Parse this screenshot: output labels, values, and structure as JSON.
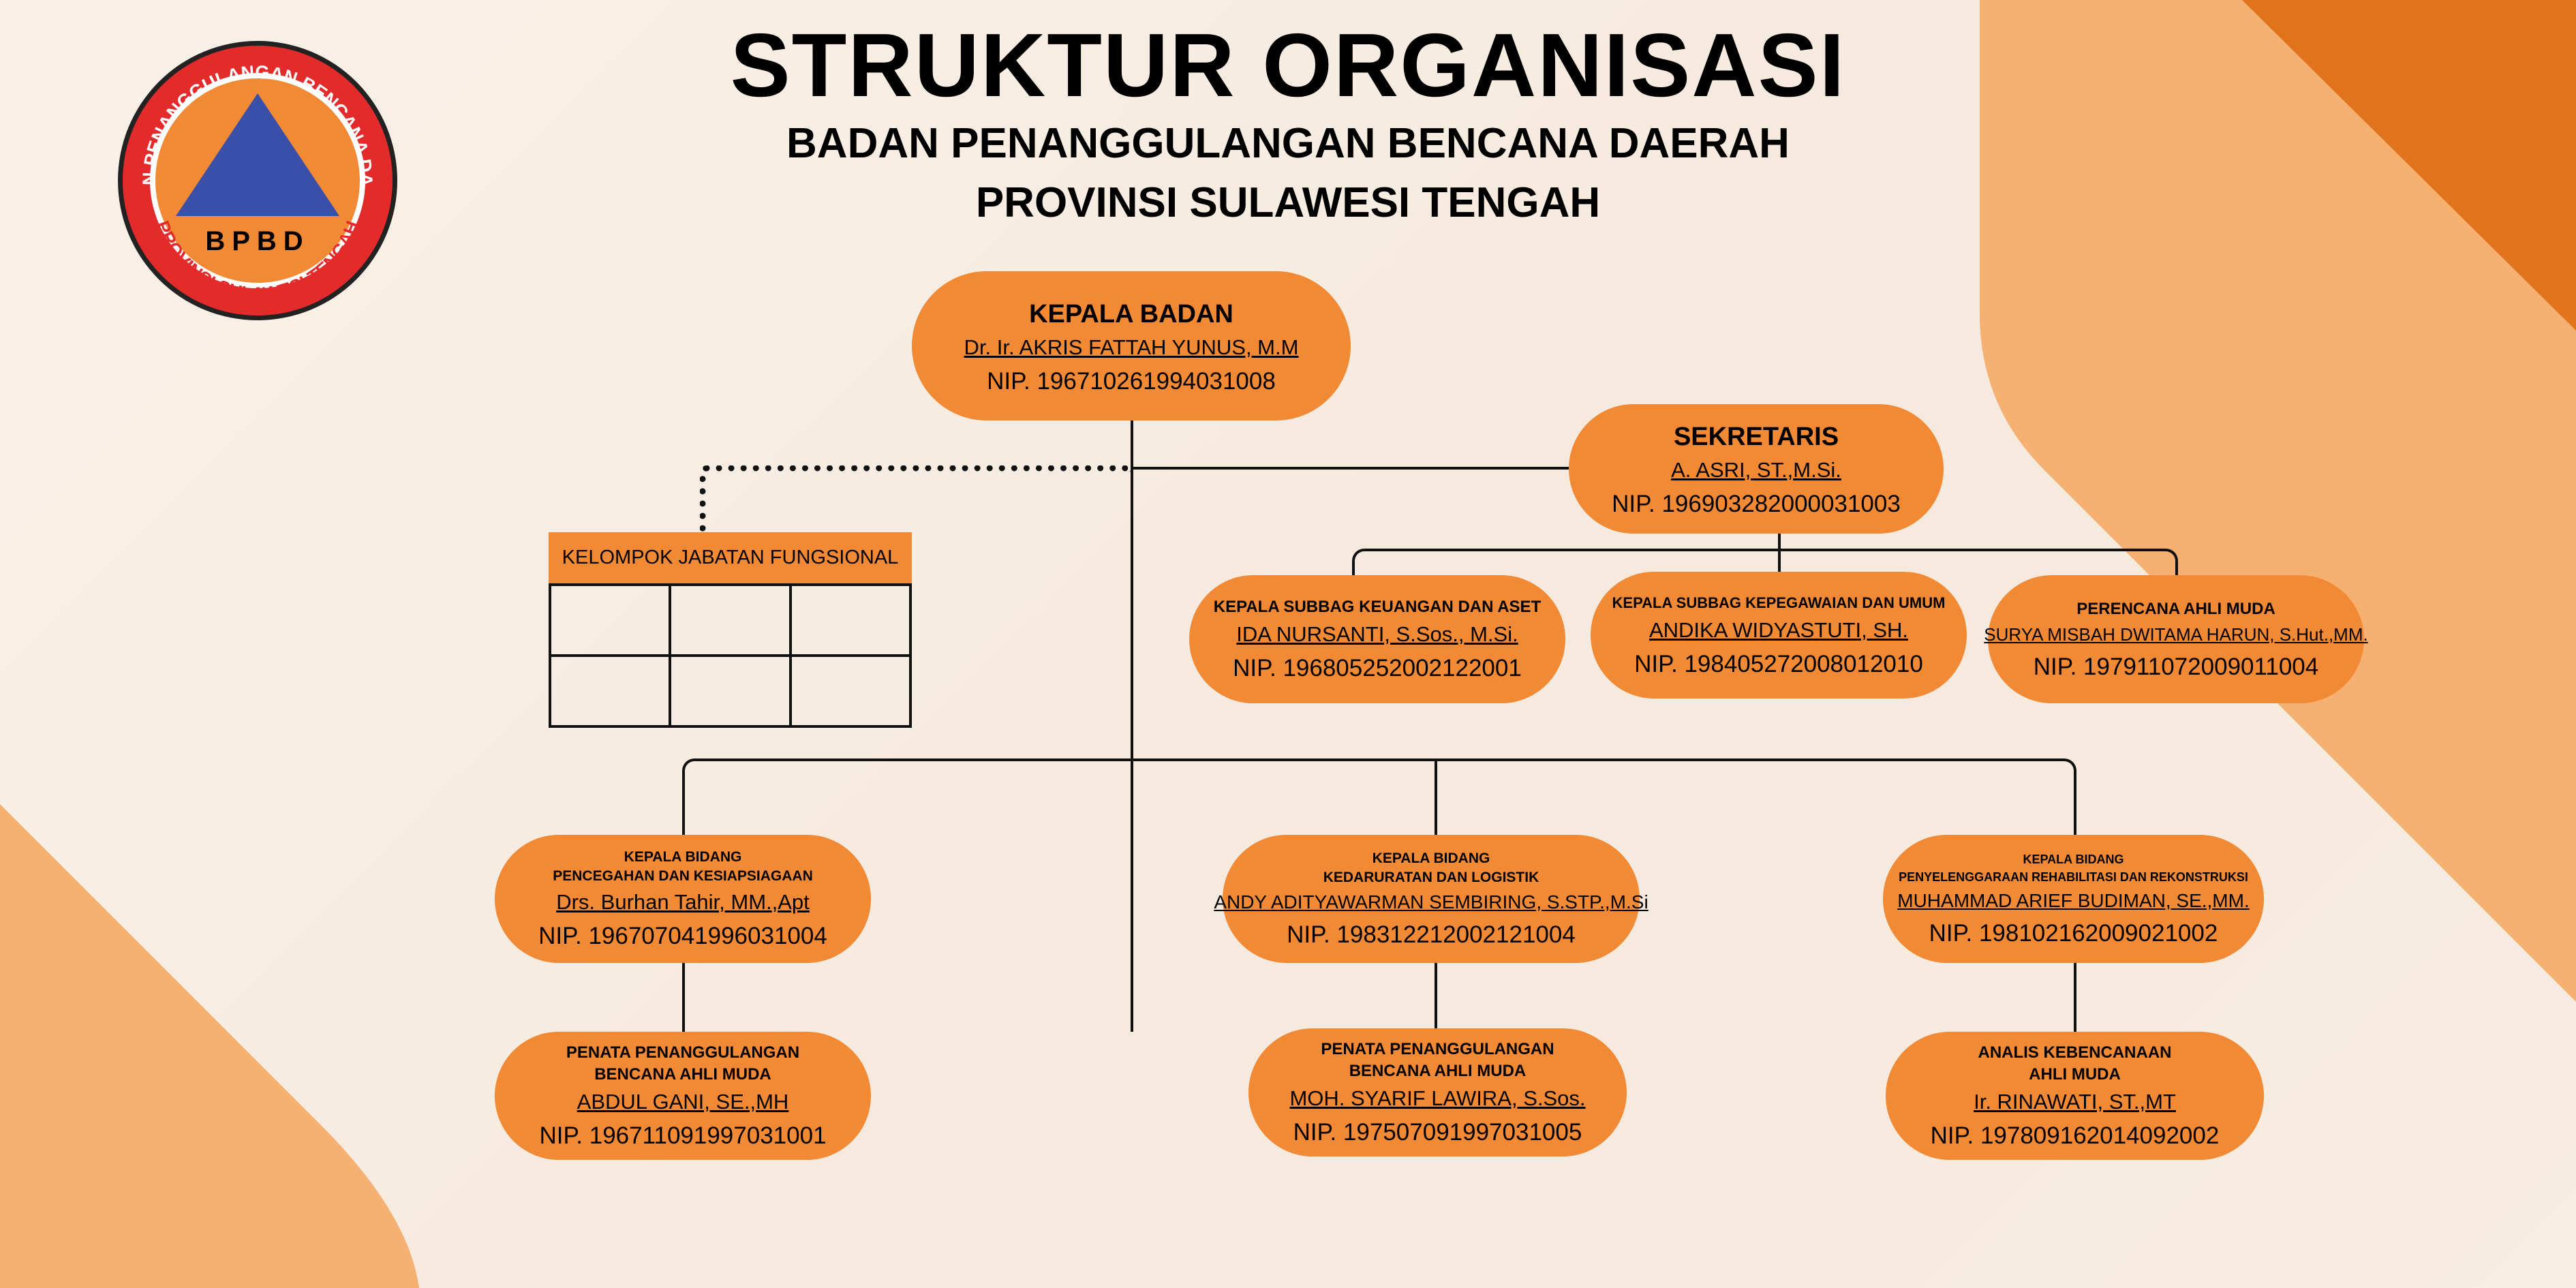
{
  "header": {
    "title": "STRUKTUR ORGANISASI",
    "subtitle_1": "BADAN PENANGGULANGAN BENCANA DAERAH",
    "subtitle_2": "PROVINSI SULAWESI TENGAH"
  },
  "logo": {
    "ring_top": "BADAN PENANGGULANGAN BENCANA DAERAH",
    "ring_bottom": "PROVINSI SULAWESI TENGAH",
    "acronym": "BPBD"
  },
  "colors": {
    "pill": "#f28a35",
    "accent_light": "#f6b072",
    "accent_dark": "#e0741c",
    "logo_red": "#e42b2b",
    "logo_blue": "#3a4fa8"
  },
  "kepala": {
    "label": "KEPALA BADAN",
    "name": "Dr. Ir. AKRIS FATTAH YUNUS, M.M",
    "nip": "NIP. 196710261994031008"
  },
  "sekretaris": {
    "label": "SEKRETARIS",
    "name": "A. ASRI, ST.,M.Si.",
    "nip": "NIP. 196903282000031003"
  },
  "fungsional": {
    "label": "KELOMPOK JABATAN FUNGSIONAL"
  },
  "subbag": [
    {
      "label": "KEPALA SUBBAG KEUANGAN DAN ASET",
      "name": "IDA NURSANTI, S.Sos., M.Si.",
      "nip": "NIP. 196805252002122001"
    },
    {
      "label": "KEPALA SUBBAG KEPEGAWAIAN DAN UMUM",
      "name": "ANDIKA WIDYASTUTI, SH.",
      "nip": "NIP. 198405272008012010"
    },
    {
      "label": "PERENCANA AHLI MUDA",
      "name": "SURYA MISBAH DWITAMA HARUN, S.Hut.,MM.",
      "nip": "NIP. 197911072009011004"
    }
  ],
  "bidang": [
    {
      "label_1": "KEPALA BIDANG",
      "label_2": "PENCEGAHAN DAN KESIAPSIAGAAN",
      "name": "Drs. Burhan Tahir, MM.,Apt",
      "nip": "NIP. 196707041996031004"
    },
    {
      "label_1": "KEPALA BIDANG",
      "label_2": "KEDARURATAN DAN LOGISTIK",
      "name": "ANDY ADITYAWARMAN SEMBIRING, S.STP.,M.Si",
      "nip": "NIP. 198312212002121004"
    },
    {
      "label_1": "KEPALA BIDANG",
      "label_2": "PENYELENGGARAAN REHABILITASI DAN REKONSTRUKSI",
      "name": "MUHAMMAD ARIEF BUDIMAN, SE.,MM.",
      "nip": "NIP. 198102162009021002"
    }
  ],
  "staf": [
    {
      "label_1": "PENATA PENANGGULANGAN",
      "label_2": "BENCANA AHLI MUDA",
      "name": "ABDUL GANI, SE.,MH",
      "nip": "NIP. 196711091997031001"
    },
    {
      "label_1": "PENATA PENANGGULANGAN",
      "label_2": "BENCANA AHLI MUDA",
      "name": "MOH. SYARIF LAWIRA, S.Sos.",
      "nip": "NIP. 197507091997031005"
    },
    {
      "label_1": "ANALIS KEBENCANAAN",
      "label_2": "AHLI MUDA",
      "name": "Ir. RINAWATI, ST.,MT",
      "nip": "NIP. 197809162014092002"
    }
  ]
}
